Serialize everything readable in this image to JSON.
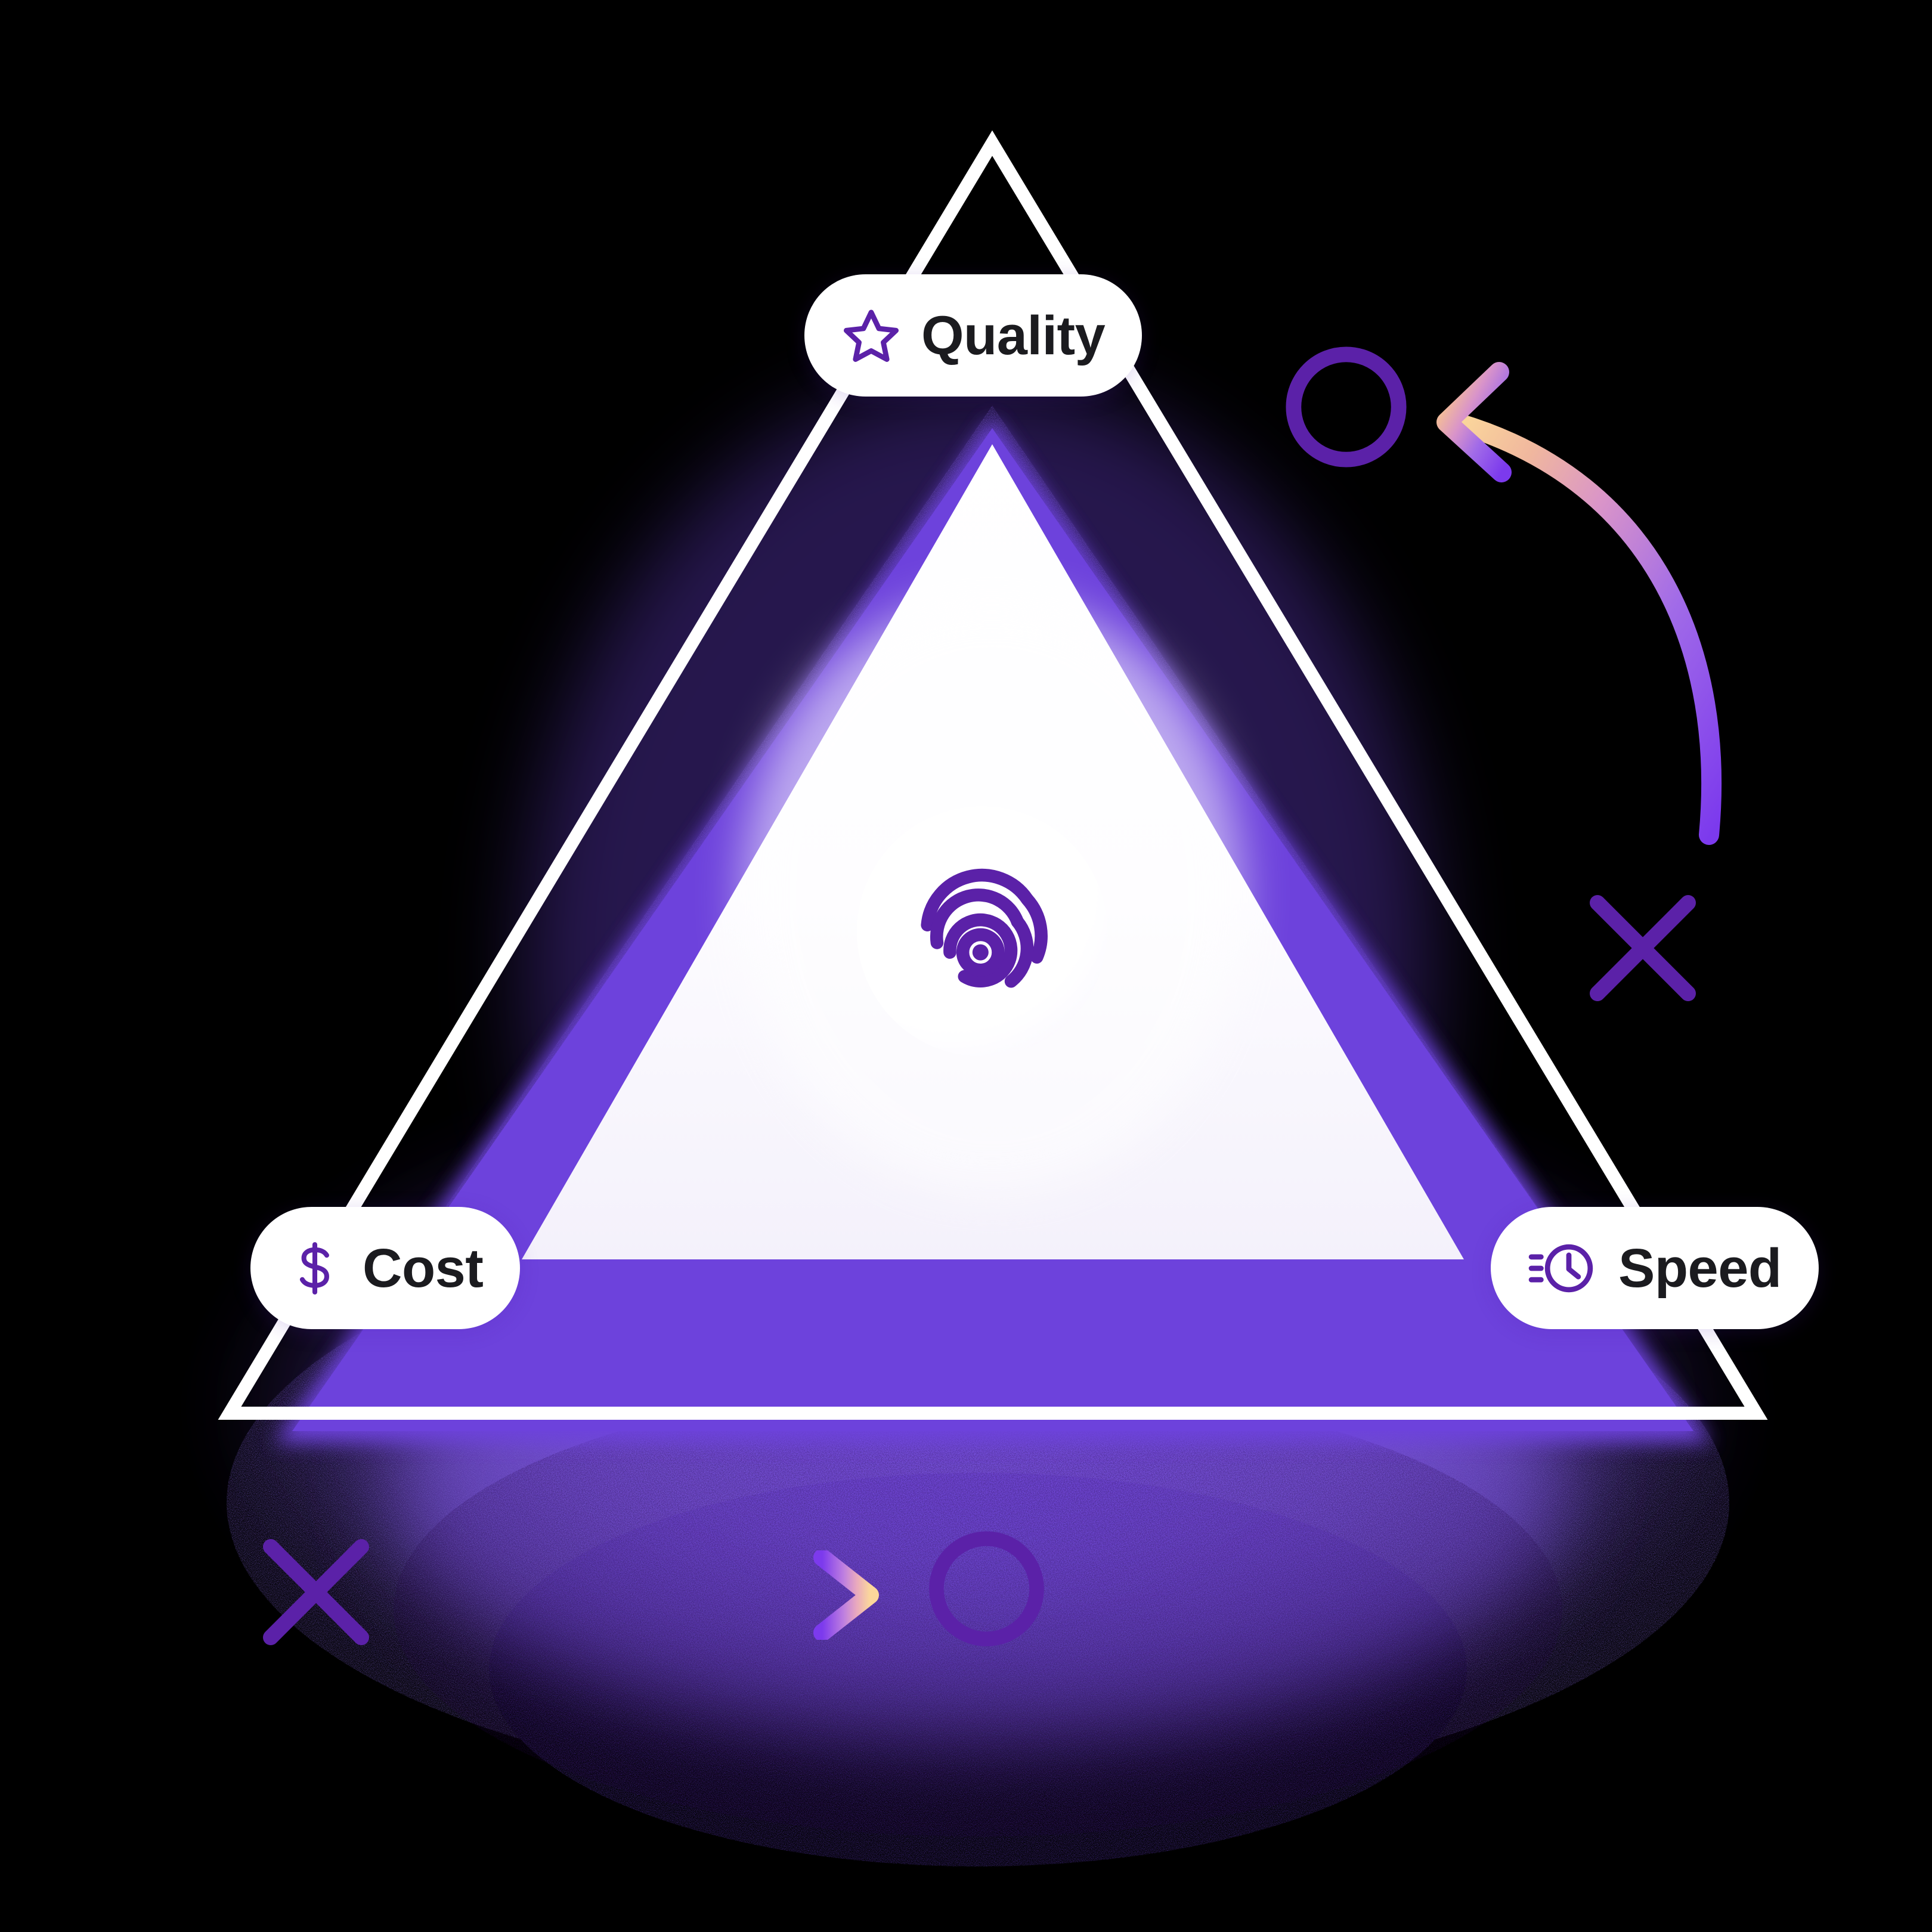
{
  "diagram": {
    "title": "Quality Cost Speed trade-off triangle",
    "type": "triangle-tradeoff",
    "background_color": "#000000",
    "accent_purple": "#6D42DC",
    "deep_purple": "#5B21A8",
    "glow_purple": "#8B6BE8",
    "pill_background": "#FFFFFF",
    "pill_text_color": "#1B1B1F"
  },
  "vertices": [
    {
      "id": "quality",
      "label": "Quality",
      "icon": "star-icon",
      "position": "top"
    },
    {
      "id": "cost",
      "label": "Cost",
      "icon": "dollar-icon",
      "position": "bottom-left"
    },
    {
      "id": "speed",
      "label": "Speed",
      "icon": "clock-speed-icon",
      "position": "bottom-right"
    }
  ],
  "center": {
    "icon": "fingerprint-icon",
    "icon_color": "#5B21A8",
    "medallion_color": "#FFFFFF"
  },
  "decorations": [
    {
      "id": "circle-right",
      "shape": "circle-outline",
      "color": "#5B21A8"
    },
    {
      "id": "arrow-right",
      "shape": "curved-arrow-left",
      "gradient": [
        "#7C3AED",
        "#C77FD9",
        "#F6D398"
      ]
    },
    {
      "id": "x-right",
      "shape": "x-mark",
      "color": "#5B21A8"
    },
    {
      "id": "x-bottom",
      "shape": "x-mark",
      "color": "#5B21A8"
    },
    {
      "id": "arrow-bottom",
      "shape": "straight-arrow-right",
      "gradient": [
        "#7C3AED",
        "#C77FD9",
        "#F6D398"
      ]
    },
    {
      "id": "circle-bottom",
      "shape": "circle-outline",
      "color": "#5B21A8"
    }
  ],
  "chart_data": {
    "type": "diagram",
    "title": "Quality Cost Speed trade-off triangle",
    "categories": [
      "Quality",
      "Cost",
      "Speed"
    ],
    "annotations": [
      "x-mark",
      "arrow",
      "circle-outline"
    ],
    "legend_position": "none"
  }
}
